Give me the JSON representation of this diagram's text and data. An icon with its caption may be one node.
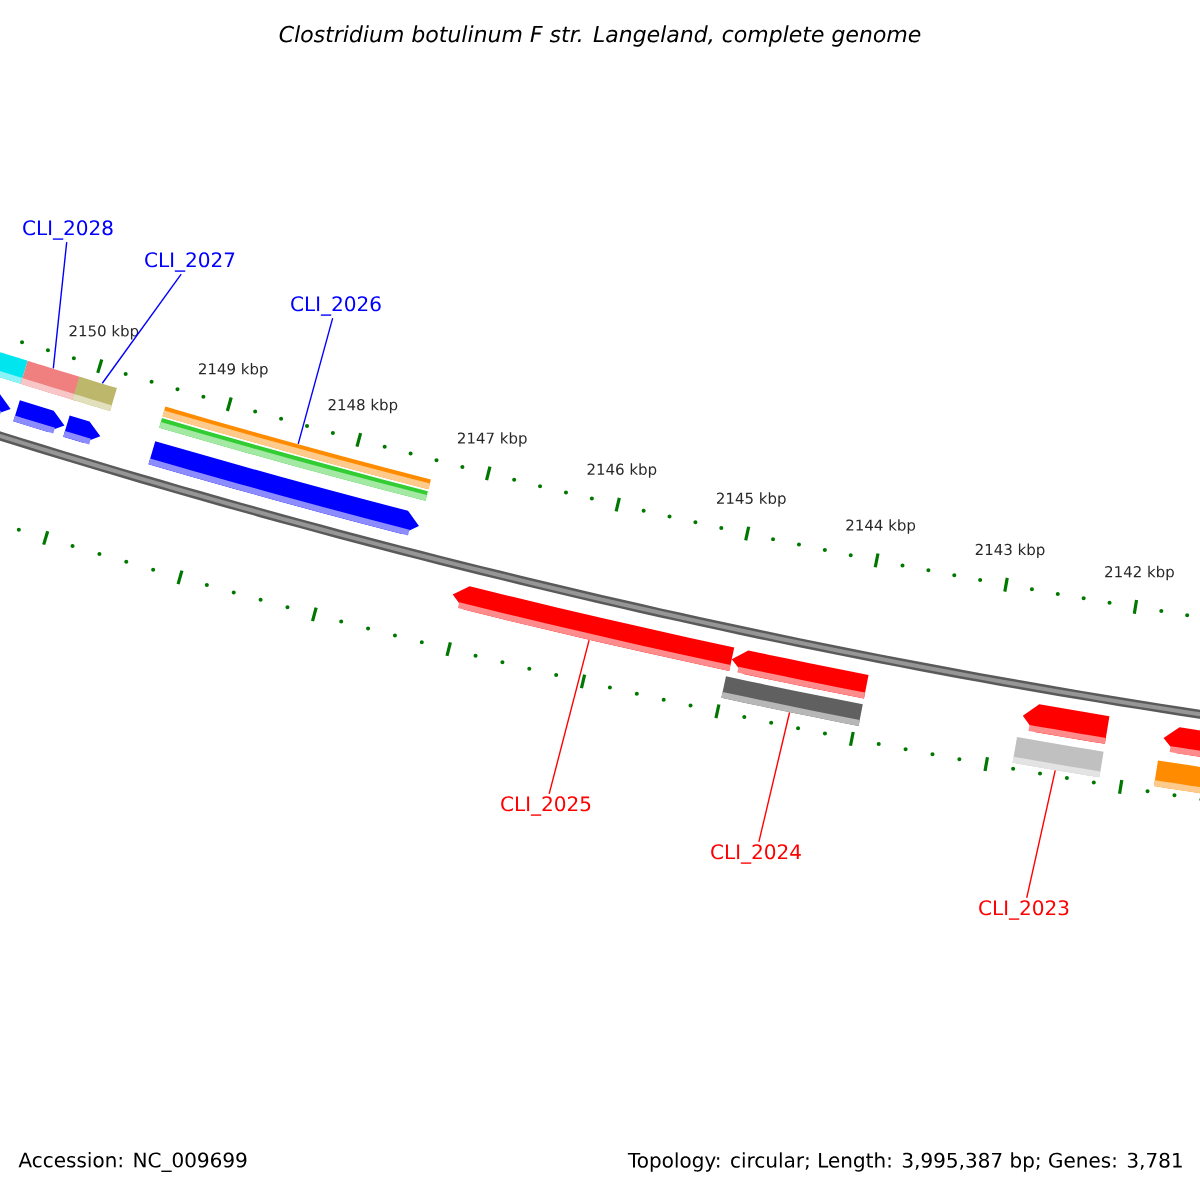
{
  "diagram": {
    "title": "Clostridium botulinum F str. Langeland, complete genome",
    "nodes": [
      {
        "text": [
          "CLI_2028"
        ]
      },
      {
        "text": [
          "CLI_2027"
        ]
      },
      {
        "text": [
          "CLI_2026"
        ]
      },
      {
        "text": [
          "CLI_2025"
        ]
      },
      {
        "text": [
          "CLI_2024"
        ]
      },
      {
        "text": [
          "CLI_2023"
        ]
      },
      {
        "text": [],
        "shape": "bar"
      },
      {
        "text": [],
        "shape": "bar"
      },
      {
        "text": [],
        "shape": "bar"
      },
      {
        "text": [],
        "shape": "arrow"
      },
      {
        "text": [],
        "shape": "bar"
      },
      {
        "text": [],
        "shape": "bar"
      }
    ],
    "edges": [
      {
        "from": 0,
        "to": 6,
        "arrow": "none",
        "color": "#0000ff"
      },
      {
        "from": 1,
        "to": 7,
        "arrow": "none",
        "color": "#0000ff"
      },
      {
        "from": 2,
        "to": 8,
        "arrow": "none",
        "color": "#0000ff"
      },
      {
        "from": 3,
        "to": 9,
        "arrow": "none",
        "color": "#ff0000"
      },
      {
        "from": 4,
        "to": 10,
        "arrow": "none",
        "color": "#ff0000"
      },
      {
        "from": 5,
        "to": 11,
        "arrow": "none",
        "color": "#ff0000"
      }
    ],
    "labels": [
      "2150 kbp",
      "2149 kbp",
      "2148 kbp",
      "2147 kbp",
      "2146 kbp",
      "2145 kbp",
      "2144 kbp",
      "2143 kbp",
      "2142 kbp",
      "Accession: NC_009699",
      "Topology: circular; Length: 3,995,387 bp; Genes: 3,781"
    ]
  }
}
